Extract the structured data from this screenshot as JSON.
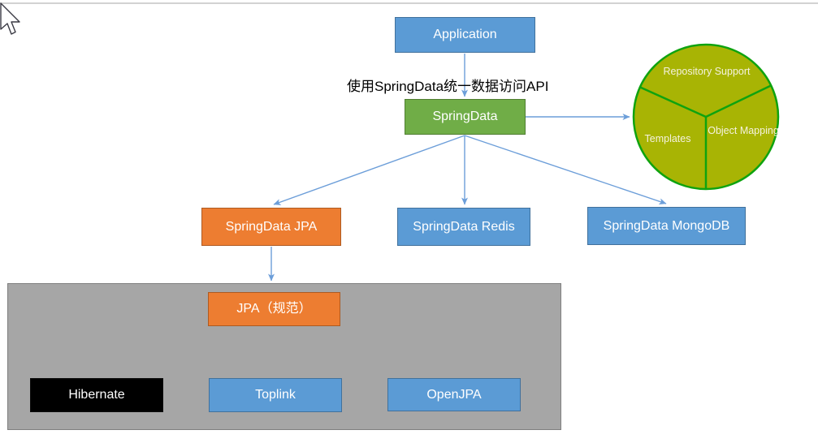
{
  "annotation": "使用SpringData统一数据访问API",
  "nodes": {
    "application": {
      "label": "Application"
    },
    "springdata": {
      "label": "SpringData"
    },
    "springdata_jpa": {
      "label": "SpringData JPA"
    },
    "springdata_redis": {
      "label": "SpringData Redis"
    },
    "springdata_mongodb": {
      "label": "SpringData MongoDB"
    },
    "jpa_spec": {
      "label": "JPA（规范）"
    },
    "hibernate": {
      "label": "Hibernate"
    },
    "toplink": {
      "label": "Toplink"
    },
    "openjpa": {
      "label": "OpenJPA"
    }
  },
  "circle": {
    "top": "Repository Support",
    "left": "Templates",
    "right": "Object Mapping"
  },
  "edges": [
    {
      "from": "application",
      "to": "springdata"
    },
    {
      "from": "springdata",
      "to": "features-circle"
    },
    {
      "from": "springdata",
      "to": "springdata_jpa"
    },
    {
      "from": "springdata",
      "to": "springdata_redis"
    },
    {
      "from": "springdata",
      "to": "springdata_mongodb"
    },
    {
      "from": "springdata_jpa",
      "to": "jpa-implementations-group"
    },
    {
      "from": "jpa_spec",
      "to": "hibernate"
    },
    {
      "from": "jpa_spec",
      "to": "toplink"
    },
    {
      "from": "jpa_spec",
      "to": "openjpa"
    }
  ],
  "colors": {
    "blue_fill": "#5B9BD5",
    "blue_border": "#41719C",
    "orange_fill": "#ED7D31",
    "orange_border": "#AE5A21",
    "green_fill": "#70AD47",
    "green_border": "#507E32",
    "gray_fill": "#A6A6A6",
    "gray_border": "#7F7F7F",
    "black_fill": "#000000",
    "circle_fill": "#A8B404",
    "circle_border": "#0FA30F",
    "arrow": "#6C9ED9",
    "box_text": "#FFFFFF",
    "circle_text": "#F5F2DF",
    "annotation_text": "#000000"
  }
}
